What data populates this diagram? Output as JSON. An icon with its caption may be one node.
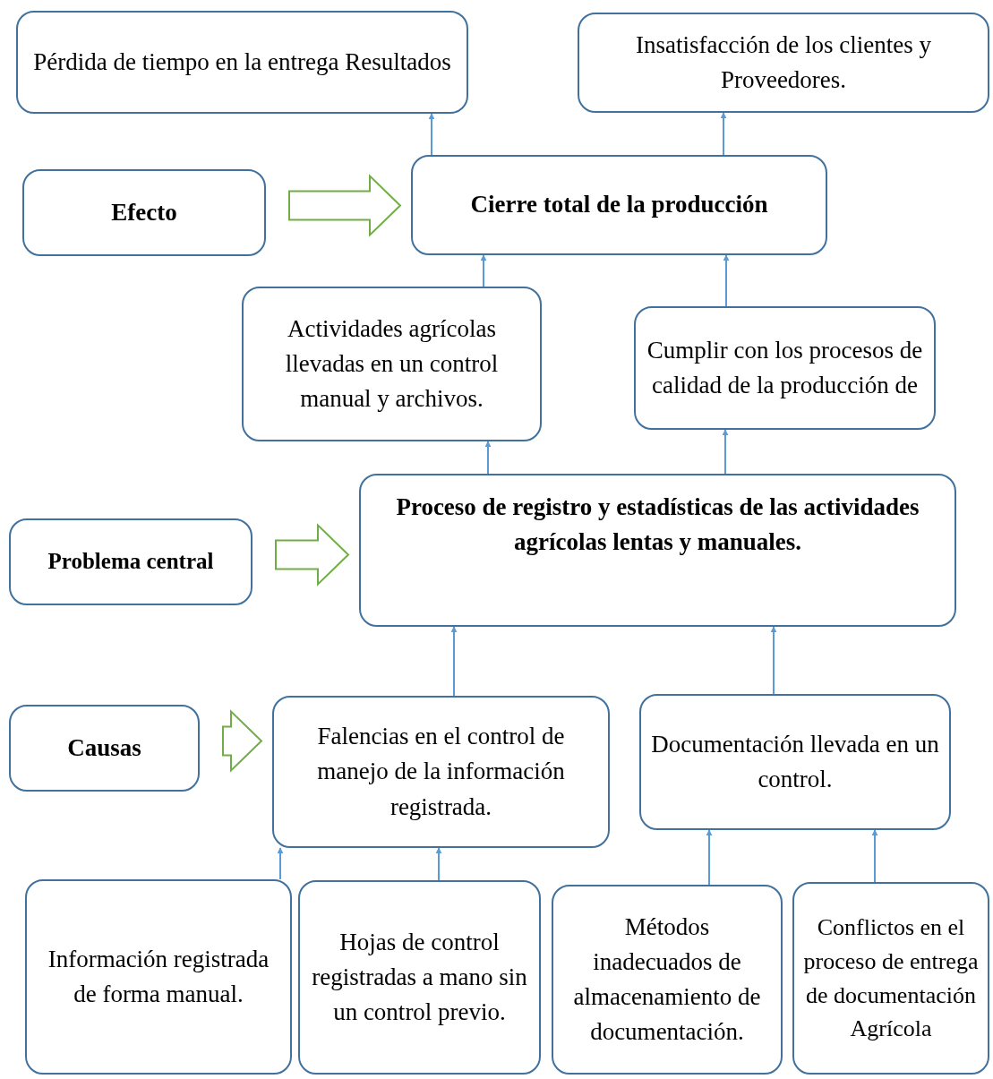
{
  "diagram": {
    "nodes": [
      {
        "text": [
          "Pérdida de tiempo en la entrega Resultados"
        ]
      },
      {
        "text": [
          "Insatisfacción de los clientes y Proveedores."
        ]
      },
      {
        "text": [
          "Efecto"
        ]
      },
      {
        "text": [
          "Cierre total de la producción"
        ]
      },
      {
        "text": [
          "Actividades agrícolas llevadas en un control manual y archivos."
        ]
      },
      {
        "text": [
          "Cumplir con los procesos de calidad de la producción de"
        ]
      },
      {
        "text": [
          "Problema central"
        ]
      },
      {
        "text": [
          "Proceso de registro y estadísticas de las actividades agrícolas lentas y manuales."
        ]
      },
      {
        "text": [
          "Causas"
        ]
      },
      {
        "text": [
          "Falencias en el control de manejo de la información registrada."
        ]
      },
      {
        "text": [
          "Documentación llevada en un control."
        ]
      },
      {
        "text": [
          "Información registrada de forma manual."
        ]
      },
      {
        "text": [
          "Hojas de control registradas a mano sin un control previo."
        ]
      },
      {
        "text": [
          "Métodos inadecuados de almacenamiento de documentación."
        ]
      },
      {
        "text": [
          "Conflictos en el proceso de entrega de documentación Agrícola"
        ]
      }
    ],
    "edges": [
      {
        "from": 3,
        "to": 0,
        "arrow": "to"
      },
      {
        "from": 3,
        "to": 1,
        "arrow": "to"
      },
      {
        "from": 2,
        "to": 3,
        "arrow": "to",
        "style": "thick",
        "color": "#70ad47"
      },
      {
        "from": 4,
        "to": 3,
        "arrow": "to"
      },
      {
        "from": 5,
        "to": 3,
        "arrow": "to"
      },
      {
        "from": 7,
        "to": 4,
        "arrow": "to"
      },
      {
        "from": 7,
        "to": 5,
        "arrow": "to"
      },
      {
        "from": 6,
        "to": 7,
        "arrow": "to",
        "style": "thick",
        "color": "#70ad47"
      },
      {
        "from": 9,
        "to": 7,
        "arrow": "to"
      },
      {
        "from": 10,
        "to": 7,
        "arrow": "to"
      },
      {
        "from": 8,
        "to": 9,
        "arrow": "to",
        "style": "thick",
        "color": "#70ad47"
      },
      {
        "from": 11,
        "to": 9,
        "arrow": "to"
      },
      {
        "from": 12,
        "to": 9,
        "arrow": "to"
      },
      {
        "from": 13,
        "to": 10,
        "arrow": "to"
      },
      {
        "from": 14,
        "to": 10,
        "arrow": "to"
      }
    ]
  }
}
